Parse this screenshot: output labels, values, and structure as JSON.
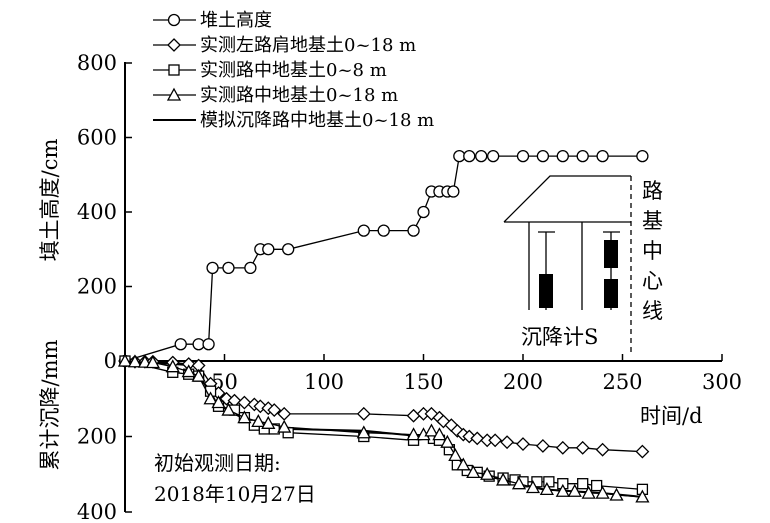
{
  "chart_data": {
    "type": "line",
    "xlabel": "时间/d",
    "ylabel_top": "填土高度/cm",
    "ylabel_bottom": "累计沉降/mm",
    "xlim": [
      0,
      300
    ],
    "x_ticks": [
      50,
      100,
      150,
      200,
      250,
      300
    ],
    "y_top_lim": [
      0,
      800
    ],
    "y_top_ticks": [
      0,
      200,
      400,
      600,
      800
    ],
    "y_bottom_lim": [
      0,
      400
    ],
    "y_bottom_ticks": [
      200,
      400
    ],
    "legend_position": "top-left",
    "series": [
      {
        "name": "堆土高度",
        "axis": "top",
        "marker": "circle",
        "points": [
          [
            0,
            0
          ],
          [
            28,
            45
          ],
          [
            37,
            45
          ],
          [
            42,
            45
          ],
          [
            44,
            250
          ],
          [
            52,
            250
          ],
          [
            63,
            250
          ],
          [
            68,
            300
          ],
          [
            72,
            300
          ],
          [
            82,
            300
          ],
          [
            120,
            350
          ],
          [
            130,
            350
          ],
          [
            145,
            350
          ],
          [
            150,
            400
          ],
          [
            154,
            455
          ],
          [
            158,
            455
          ],
          [
            162,
            455
          ],
          [
            165,
            455
          ],
          [
            168,
            550
          ],
          [
            173,
            550
          ],
          [
            179,
            550
          ],
          [
            185,
            550
          ],
          [
            200,
            550
          ],
          [
            210,
            550
          ],
          [
            220,
            550
          ],
          [
            230,
            550
          ],
          [
            240,
            550
          ],
          [
            260,
            550
          ]
        ]
      },
      {
        "name": "实测左路肩地基土0~18 m",
        "axis": "bottom",
        "marker": "diamond",
        "points": [
          [
            0,
            0
          ],
          [
            5,
            2
          ],
          [
            10,
            2
          ],
          [
            14,
            2
          ],
          [
            24,
            4
          ],
          [
            32,
            8
          ],
          [
            37,
            12
          ],
          [
            43,
            60
          ],
          [
            47,
            85
          ],
          [
            51,
            100
          ],
          [
            55,
            105
          ],
          [
            60,
            110
          ],
          [
            65,
            115
          ],
          [
            68,
            120
          ],
          [
            72,
            125
          ],
          [
            75,
            130
          ],
          [
            80,
            140
          ],
          [
            120,
            140
          ],
          [
            145,
            145
          ],
          [
            150,
            140
          ],
          [
            154,
            140
          ],
          [
            158,
            150
          ],
          [
            160,
            160
          ],
          [
            164,
            170
          ],
          [
            167,
            185
          ],
          [
            170,
            195
          ],
          [
            173,
            200
          ],
          [
            177,
            205
          ],
          [
            182,
            210
          ],
          [
            186,
            210
          ],
          [
            192,
            215
          ],
          [
            200,
            220
          ],
          [
            210,
            225
          ],
          [
            220,
            230
          ],
          [
            230,
            230
          ],
          [
            240,
            235
          ],
          [
            260,
            240
          ]
        ]
      },
      {
        "name": "实测路中地基土0~8 m",
        "axis": "bottom",
        "marker": "square",
        "points": [
          [
            0,
            0
          ],
          [
            24,
            30
          ],
          [
            32,
            35
          ],
          [
            37,
            40
          ],
          [
            43,
            80
          ],
          [
            47,
            120
          ],
          [
            55,
            130
          ],
          [
            60,
            150
          ],
          [
            65,
            170
          ],
          [
            70,
            180
          ],
          [
            75,
            180
          ],
          [
            82,
            190
          ],
          [
            120,
            200
          ],
          [
            145,
            210
          ],
          [
            155,
            205
          ],
          [
            158,
            210
          ],
          [
            163,
            235
          ],
          [
            167,
            275
          ],
          [
            172,
            290
          ],
          [
            177,
            295
          ],
          [
            183,
            305
          ],
          [
            190,
            310
          ],
          [
            196,
            315
          ],
          [
            200,
            320
          ],
          [
            207,
            320
          ],
          [
            213,
            320
          ],
          [
            220,
            325
          ],
          [
            230,
            325
          ],
          [
            237,
            330
          ],
          [
            260,
            340
          ]
        ]
      },
      {
        "name": "实测路中地基土0~18 m",
        "axis": "bottom",
        "marker": "triangle",
        "points": [
          [
            0,
            0
          ],
          [
            5,
            2
          ],
          [
            10,
            3
          ],
          [
            14,
            4
          ],
          [
            24,
            15
          ],
          [
            32,
            28
          ],
          [
            37,
            40
          ],
          [
            43,
            100
          ],
          [
            47,
            110
          ],
          [
            52,
            130
          ],
          [
            60,
            150
          ],
          [
            67,
            160
          ],
          [
            72,
            165
          ],
          [
            80,
            175
          ],
          [
            120,
            190
          ],
          [
            145,
            195
          ],
          [
            150,
            195
          ],
          [
            154,
            185
          ],
          [
            158,
            195
          ],
          [
            162,
            215
          ],
          [
            166,
            250
          ],
          [
            170,
            275
          ],
          [
            175,
            295
          ],
          [
            182,
            300
          ],
          [
            190,
            315
          ],
          [
            198,
            325
          ],
          [
            205,
            335
          ],
          [
            212,
            340
          ],
          [
            220,
            345
          ],
          [
            226,
            345
          ],
          [
            233,
            350
          ],
          [
            240,
            350
          ],
          [
            247,
            355
          ],
          [
            260,
            360
          ]
        ]
      },
      {
        "name": "模拟沉降路中地基土0~18 m",
        "axis": "bottom",
        "marker": "none",
        "points": [
          [
            0,
            0
          ],
          [
            30,
            10
          ],
          [
            40,
            60
          ],
          [
            45,
            110
          ],
          [
            55,
            140
          ],
          [
            65,
            165
          ],
          [
            80,
            180
          ],
          [
            120,
            185
          ],
          [
            150,
            200
          ],
          [
            158,
            210
          ],
          [
            166,
            260
          ],
          [
            175,
            295
          ],
          [
            190,
            315
          ],
          [
            210,
            340
          ],
          [
            240,
            350
          ],
          [
            260,
            360
          ]
        ]
      }
    ],
    "annotations": {
      "inset_vertical_text": [
        "路",
        "基",
        "中",
        "心",
        "线"
      ],
      "inset_label": "沉降计S",
      "start_date_line1": "初始观测日期:",
      "start_date_line2": "2018年10月27日"
    }
  }
}
